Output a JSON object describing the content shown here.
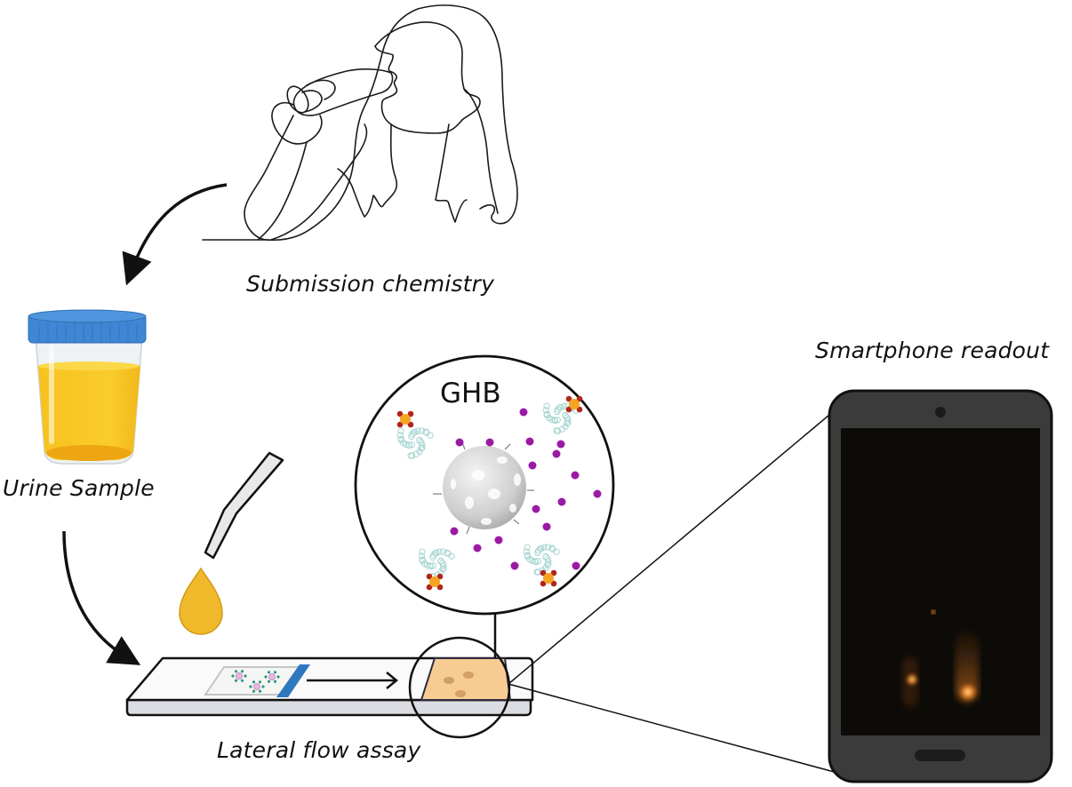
{
  "figure": {
    "type": "graphical-abstract",
    "steps": [
      {
        "id": "submission",
        "label": "Submission chemistry",
        "icon": "person-drinking-icon"
      },
      {
        "id": "urine",
        "label": "Urine Sample",
        "icon": "specimen-cup-icon"
      },
      {
        "id": "lfa",
        "label": "Lateral flow assay",
        "icon": "test-strip-icon"
      },
      {
        "id": "readout",
        "label": "Smartphone readout",
        "icon": "smartphone-icon"
      }
    ],
    "inset": {
      "title": "GHB",
      "elements": [
        "nanoparticle",
        "enzyme-conjugates",
        "ghb-molecules"
      ]
    },
    "flow": [
      "submission",
      "urine",
      "lfa",
      "readout"
    ]
  },
  "colors": {
    "cup_lid": "#3f87d4",
    "urine": "#f7c21d",
    "urine_bottom": "#eda512",
    "droplet": "#f0b92c",
    "strip_pad": "#f6cc92",
    "strip_band": "#2f78c0",
    "ghb_dot": "#9b1aa5",
    "label_core": "#f6a523",
    "label_corner": "#b0261c",
    "enzyme": "#a8d6d2",
    "phone_body": "#3b3b3b",
    "phone_screen": "#0d0b08",
    "glow": "#ff9a30"
  }
}
